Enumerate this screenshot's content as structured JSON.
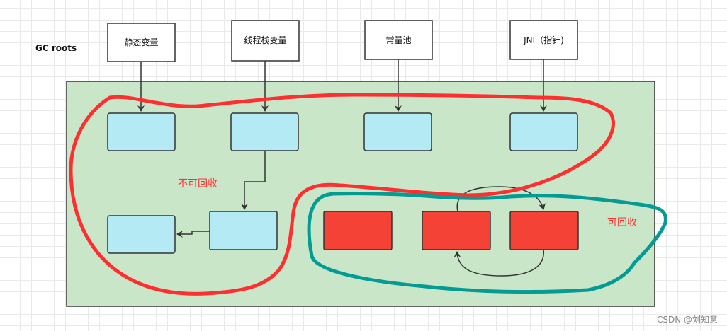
{
  "title": "GC roots",
  "roots": [
    "静态变量",
    "线程栈变量",
    "常量池",
    "JNI（指针)"
  ],
  "labels": {
    "reachable": "不可回收",
    "unreachable": "可回收"
  },
  "watermark": "CSDN @刘知意",
  "colors": {
    "heap_fill": "#c9e6c9",
    "object_fill": "#b3eaf3",
    "garbage_fill": "#f44336",
    "reachable_outline": "#ff2f2f",
    "unreachable_outline": "#049b95"
  }
}
